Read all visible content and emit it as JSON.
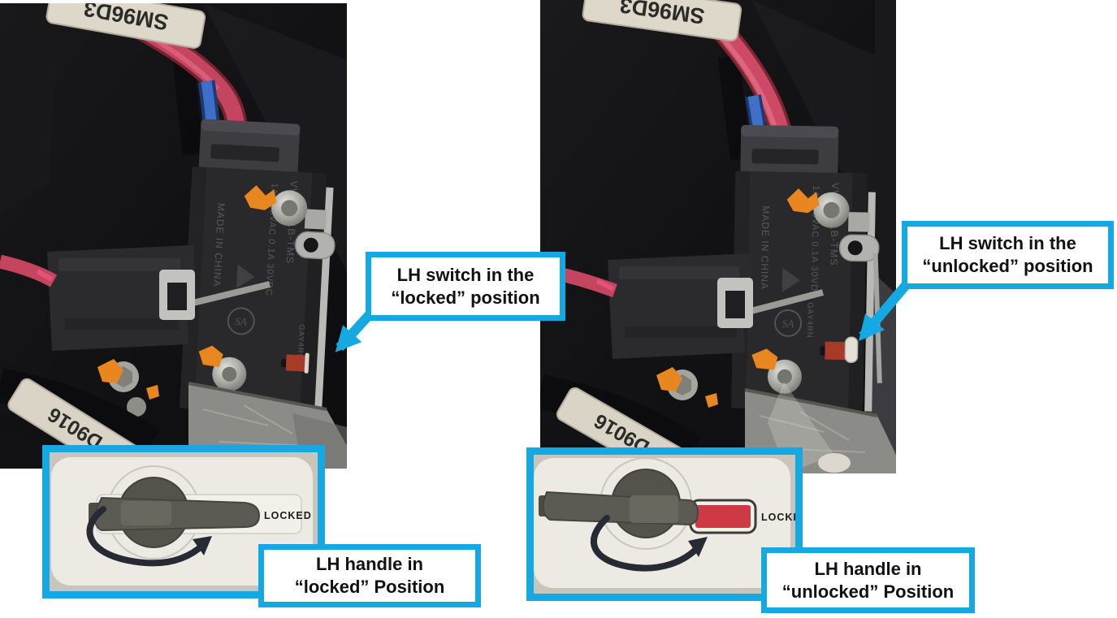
{
  "colors": {
    "accent_cyan": "#15a9e4",
    "indicator_red": "#ce3a44",
    "torque_seal_orange": "#e8861f",
    "callout_background": "#ffffff",
    "callout_text": "#111111"
  },
  "left": {
    "photo": {
      "cable_label_top": "SM96D3",
      "cable_label_bottom": "D9016",
      "switch_marking_line1": "VW-01L1B-TMS",
      "switch_marking_line2": "1A 125VAC 0.1A 30VDC",
      "switch_marking_line3": "MADE IN CHINA",
      "switch_marking_side": "GAY4RN",
      "cert_mark": "SA"
    },
    "callout_switch": {
      "line1": "LH switch in the",
      "line2": "“locked” position"
    },
    "handle_panel": {
      "indicator_label": "LOCKED"
    },
    "callout_handle": {
      "line1": "LH handle in",
      "line2": "“locked” Position"
    }
  },
  "right": {
    "photo": {
      "cable_label_top": "SM96D3",
      "cable_label_bottom": "D9016",
      "switch_marking_line1": "VW-01L1B-TMS",
      "switch_marking_line2": "1A 125VAC 0.1A 30VDC",
      "switch_marking_line3": "MADE IN CHINA",
      "switch_marking_side": "GAY4RN",
      "cert_mark": "SA"
    },
    "callout_switch": {
      "line1": "LH switch in the",
      "line2": "“unlocked” position"
    },
    "handle_panel": {
      "indicator_label": "LOCKED"
    },
    "callout_handle": {
      "line1": "LH handle in",
      "line2": "“unlocked” Position"
    }
  }
}
